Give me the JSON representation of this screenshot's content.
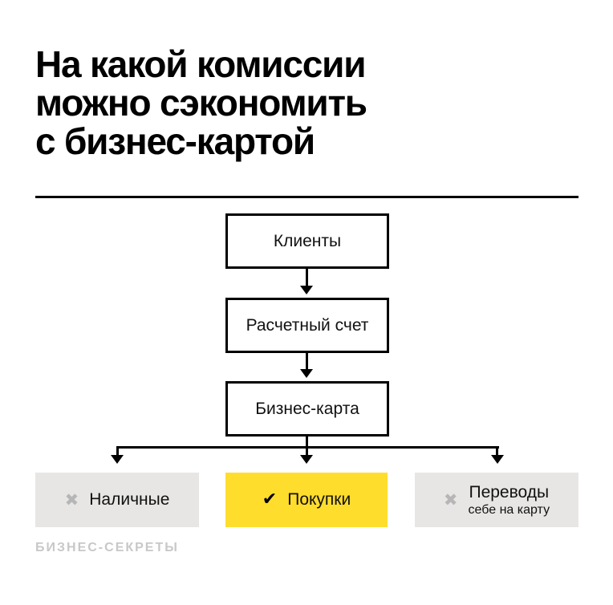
{
  "title": {
    "text": "На какой комиссии\nможно сэкономить\nс бизнес-картой"
  },
  "flow": {
    "nodes": [
      {
        "label": "Клиенты"
      },
      {
        "label": "Расчетный счет"
      },
      {
        "label": "Бизнес-карта"
      }
    ]
  },
  "outcomes": [
    {
      "icon": "cross-icon",
      "glyph": "✖",
      "label": "Наличные",
      "highlighted": false
    },
    {
      "icon": "check-icon",
      "glyph": "✔",
      "label": "Покупки",
      "highlighted": true
    },
    {
      "icon": "cross-icon",
      "glyph": "✖",
      "label": "Переводы",
      "sublabel": "себе на карту",
      "highlighted": false
    }
  ],
  "footer": {
    "brand": "БИЗНЕС-СЕКРЕТЫ"
  },
  "colors": {
    "accent_yellow": "#ffdd2d",
    "panel_gray": "#e7e6e4",
    "cross_gray": "#b6b6b6",
    "line_black": "#000000",
    "footer_gray": "#c8c8c8"
  }
}
